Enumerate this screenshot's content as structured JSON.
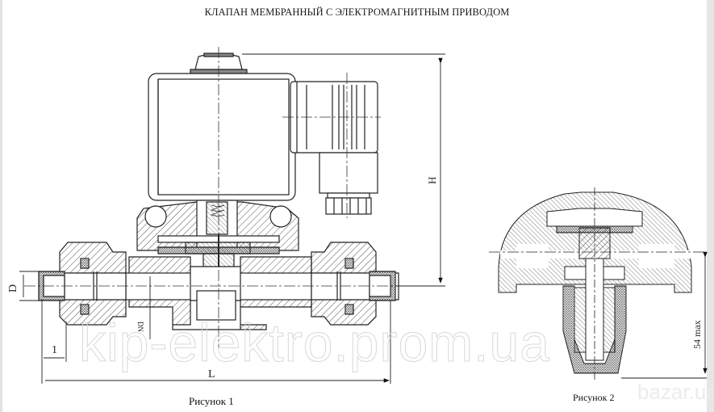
{
  "title": "КЛАПАН  МЕМБРАННЫЙ С ЭЛЕКТРОМАГНИТНЫМ ПРИВОДОМ",
  "figure1": {
    "caption": "Рисунок 1",
    "dimensions": {
      "height": "H",
      "length": "L",
      "diameter": "D",
      "nominal": "DN",
      "thread_length": "1"
    }
  },
  "figure2": {
    "caption": "Рисунок 2",
    "dimensions": {
      "max_height": "54 max"
    }
  },
  "watermarks": {
    "main": "kip-elektro.prom.ua",
    "secondary": "bazar.ua"
  },
  "colors": {
    "line": "#222222",
    "hatch": "#555555",
    "background": "#ffffff",
    "edge": "#e4e4e4"
  }
}
